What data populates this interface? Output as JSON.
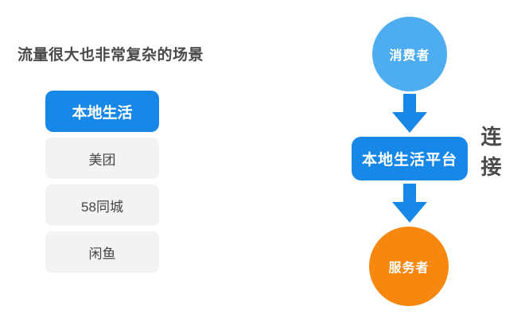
{
  "left_panel": {
    "title": "流量很大也非常复杂的场景",
    "items": [
      {
        "label": "本地生活",
        "active": true
      },
      {
        "label": "美团",
        "active": false
      },
      {
        "label": "58同城",
        "active": false
      },
      {
        "label": "闲鱼",
        "active": false
      }
    ]
  },
  "flow": {
    "consumer_label": "消费者",
    "platform_label": "本地生活平台",
    "provider_label": "服务者",
    "side_label": "连接"
  },
  "colors": {
    "accent_blue": "#1787e8",
    "sky_blue": "#4dadf0",
    "orange": "#f6870f",
    "inactive_gray": "#f3f3f3",
    "text_dark": "#4a4a4a"
  }
}
